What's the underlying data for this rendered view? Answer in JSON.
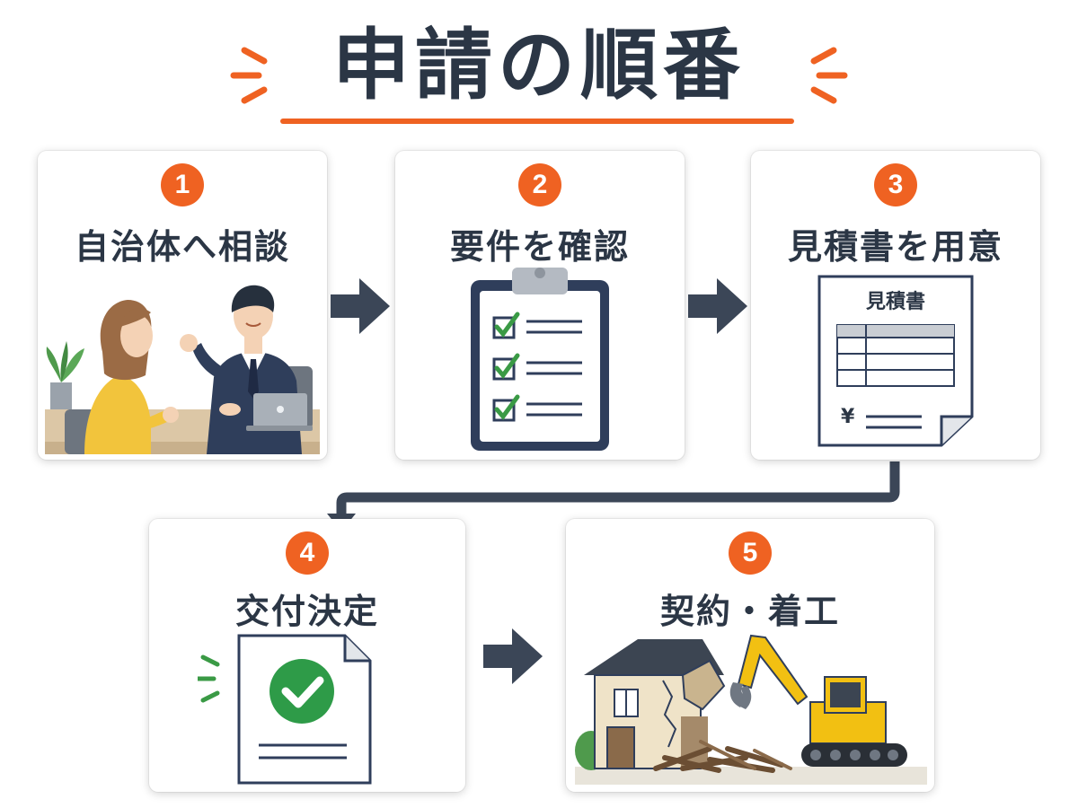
{
  "title": "申請の順番",
  "colors": {
    "accent": "#ef6222",
    "navy": "#2b3645",
    "check_green": "#3a9a45",
    "approve_green": "#2e9b48"
  },
  "steps": [
    {
      "number": "1",
      "label": "自治体へ相談",
      "icon": "consultation-illustration"
    },
    {
      "number": "2",
      "label": "要件を確認",
      "icon": "clipboard-checklist-icon"
    },
    {
      "number": "3",
      "label": "見積書を用意",
      "icon": "estimate-document-icon",
      "document_title": "見積書",
      "yen_symbol": "¥"
    },
    {
      "number": "4",
      "label": "交付決定",
      "icon": "approved-document-icon"
    },
    {
      "number": "5",
      "label": "契約・着工",
      "icon": "demolition-excavator-illustration"
    }
  ]
}
